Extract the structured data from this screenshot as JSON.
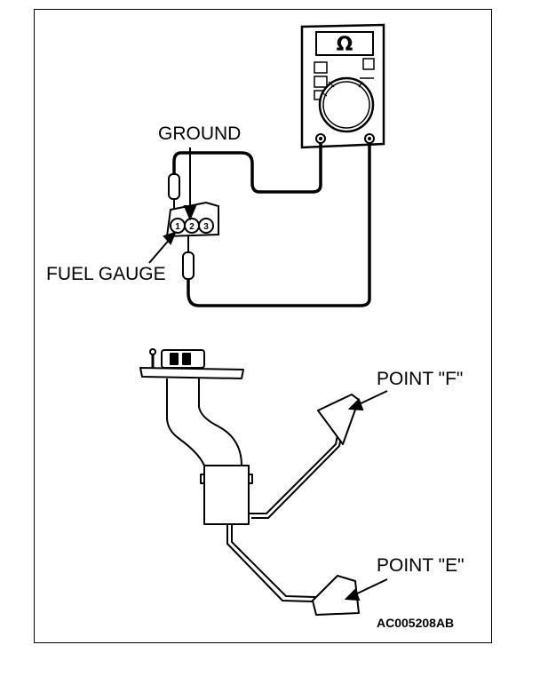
{
  "labels": {
    "ground": "GROUND",
    "fuel_gauge": "FUEL GAUGE",
    "point_f": "POINT \"F\"",
    "point_e": "POINT \"E\"",
    "figure_code": "AC005208AB"
  },
  "meter": {
    "display_symbol": "Ω"
  },
  "connector": {
    "pins": [
      "1",
      "2",
      "3"
    ]
  }
}
